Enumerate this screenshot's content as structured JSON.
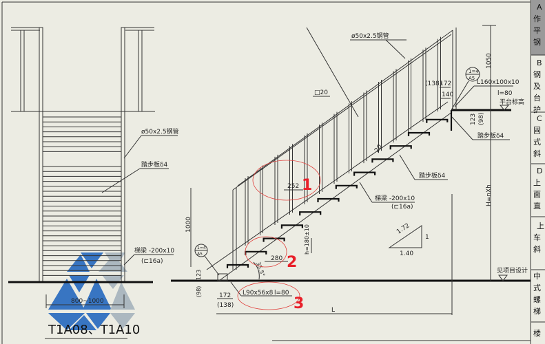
{
  "drawing": {
    "title": "T1A08、T1A10",
    "left_view": {
      "handrail_label": "ø50x2.5钢管",
      "tread_label": "踏步板δ4",
      "stringer_label": "梯梁 -200x10",
      "stringer_alt": "(⊏16a)",
      "width_dim": "800~1000"
    },
    "side_view": {
      "handrail_label": "ø50x2.5钢管",
      "baluster_label": "□20",
      "dim_top_height": "1050",
      "dim_138_top": "(138)",
      "dim_172_top": "172",
      "dim_140": "140",
      "detail_top_num": "1=4",
      "detail_top_ref": "A5",
      "angle_top": "L160x100x10",
      "angle_top_len": "l=80",
      "platform_label": "平台标高",
      "dim_123_top": "123",
      "dim_98_top": "(98)",
      "tread_top_label": "踏步板δ4",
      "dim_20": "20",
      "tread_label": "踏步板δ4",
      "stringer_label": "梯梁 -200x10",
      "stringer_alt": "(⊏16a)",
      "dim_252": "252",
      "dim_1000": "1000",
      "dim_h": "h=180±10",
      "dim_280": "280",
      "angle_deg": "35.5°",
      "detail_bot_num": "1=4",
      "detail_bot_ref": "A5",
      "dim_123_bot": "123",
      "dim_98_bot": "(98)",
      "dim_172_bot": "172",
      "dim_138_bot": "(138)",
      "angle_bot": "L90x56x8",
      "angle_bot_len": "l=80",
      "dim_L": "L",
      "dim_H": "H=nXh",
      "ground_label": "见项目设计",
      "slope_hyp": "1.72",
      "slope_vert": "1",
      "slope_horiz": "1.40"
    },
    "annotations": {
      "marker_1": "1",
      "marker_2": "2",
      "marker_3": "3",
      "color": "#e8202a"
    },
    "side_table": {
      "rows": [
        [
          "A",
          "作",
          "平",
          "钢"
        ],
        [
          "B",
          "钢",
          "及",
          "台",
          "护"
        ],
        [
          "C",
          "固",
          "式",
          "斜"
        ],
        [
          "D",
          "上",
          "面",
          "直"
        ],
        [
          "上",
          "车",
          "斜"
        ],
        [
          "中",
          "式",
          "螺",
          "梯"
        ],
        [
          "楼"
        ]
      ]
    },
    "watermark": {
      "colors": [
        "#2f6fc1",
        "#a9b6bf"
      ]
    }
  }
}
